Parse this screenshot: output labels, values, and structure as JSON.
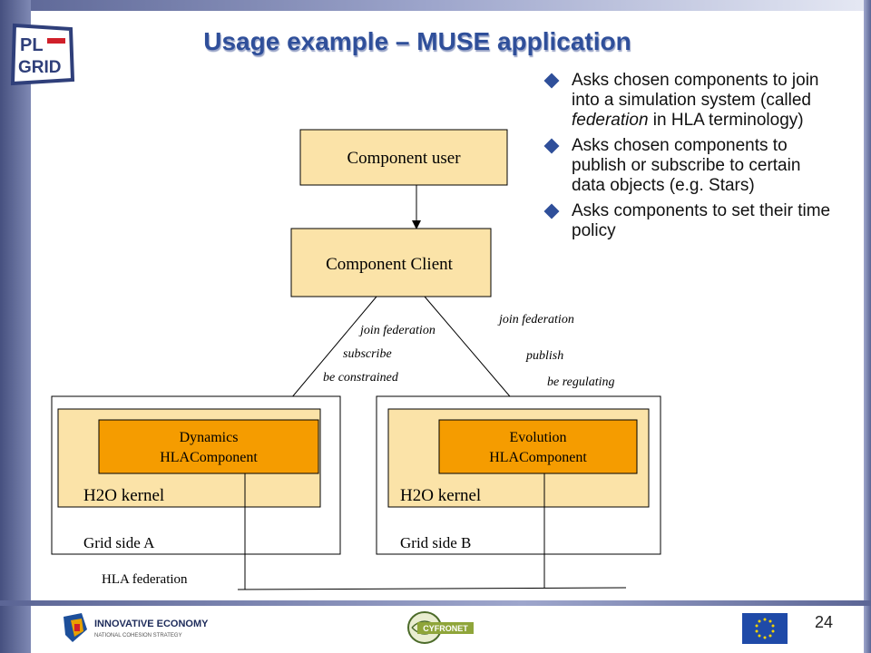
{
  "title": "Usage example – MUSE application",
  "logo": {
    "text_line1": "PL",
    "text_line2": "GRID"
  },
  "bullets": [
    {
      "text_before": "Asks chosen components to join into a simulation system (called ",
      "emphasis": "federation",
      "text_after": " in HLA terminology)"
    },
    {
      "text_before": "Asks chosen components to publish or subscribe to certain data objects (e.g. Stars)",
      "emphasis": "",
      "text_after": ""
    },
    {
      "text_before": "Asks components to set their time policy",
      "emphasis": "",
      "text_after": ""
    }
  ],
  "diagram": {
    "component_user": "Component user",
    "component_client": "Component Client",
    "left_labels": [
      "join federation",
      "subscribe",
      "be constrained"
    ],
    "right_labels": [
      "join federation",
      "publish",
      "be regulating"
    ],
    "dynamics_line1": "Dynamics",
    "dynamics_line2": "HLAComponent",
    "evolution_line1": "Evolution",
    "evolution_line2": "HLAComponent",
    "kernel_a": "H2O kernel",
    "kernel_b": "H2O kernel",
    "grid_side_a": "Grid side A",
    "grid_side_b": "Grid side B",
    "hla_federation": "HLA federation"
  },
  "footer": {
    "innovative_economy": "INNOVATIVE ECONOMY",
    "national_strategy": "NATIONAL COHESION STRATEGY",
    "cyfronet": "CYFRONET",
    "page_number": "24"
  },
  "colors": {
    "title": "#2f4f9a",
    "kernel_fill": "#fbe3a8",
    "component_fill": "#f59c00",
    "box_fill": "#fbe3a8"
  }
}
